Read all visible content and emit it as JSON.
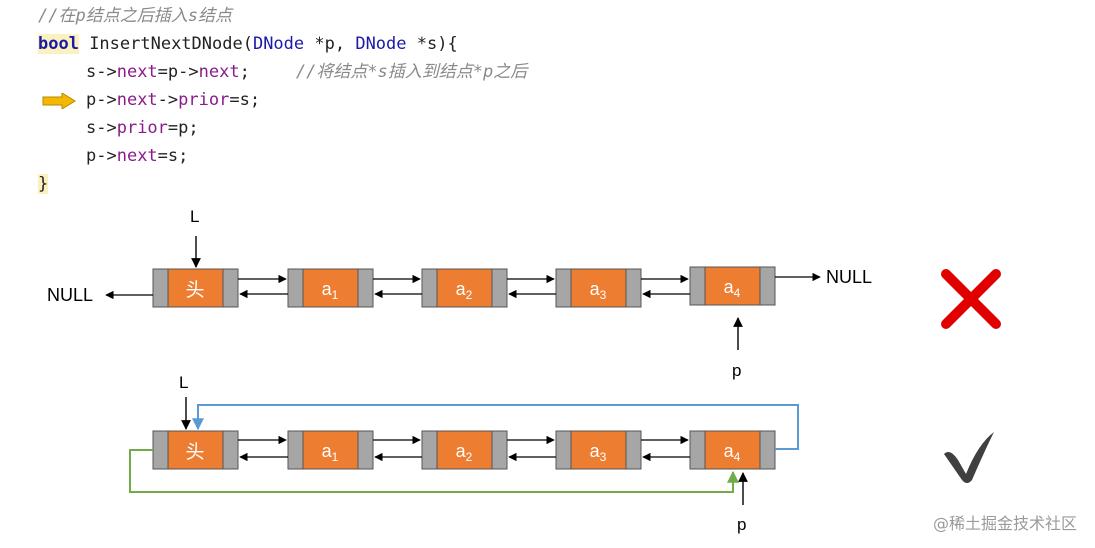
{
  "code": {
    "comment": "//在p结点之后插入s结点",
    "sig_kw": "bool",
    "sig_name": " InsertNextDNode(",
    "sig_t1": "DNode",
    "sig_p1": " *p, ",
    "sig_t2": "DNode",
    "sig_p2": " *s){",
    "l1_a": "s->",
    "l1_b": "next",
    "l1_c": "=p->",
    "l1_d": "next",
    "l1_e": ";",
    "l1_comment": "//将结点*s插入到结点*p之后",
    "l2_a": "p->",
    "l2_b": "next",
    "l2_c": "->",
    "l2_d": "prior",
    "l2_e": "=s;",
    "l3_a": "s->",
    "l3_b": "prior",
    "l3_c": "=p;",
    "l4_a": "p->",
    "l4_b": "next",
    "l4_c": "=s;",
    "close": "}"
  },
  "diagram": {
    "head_label": "头",
    "nodes": [
      "a",
      "a",
      "a",
      "a"
    ],
    "node_subs": [
      "1",
      "2",
      "3",
      "4"
    ],
    "L": "L",
    "p": "p",
    "null_left": "NULL",
    "null_right": "NULL",
    "wrong_mark": "✗",
    "right_mark": "✓"
  },
  "colors": {
    "node_orange": "#ed7d31",
    "node_gray": "#a6a6a6",
    "arrow_yellow": "#f5b800",
    "cross_red": "#e00000",
    "check_dark": "#404040",
    "loop_blue": "#5b9bd5",
    "loop_green": "#70ad47"
  },
  "watermark": "@稀土掘金技术社区"
}
